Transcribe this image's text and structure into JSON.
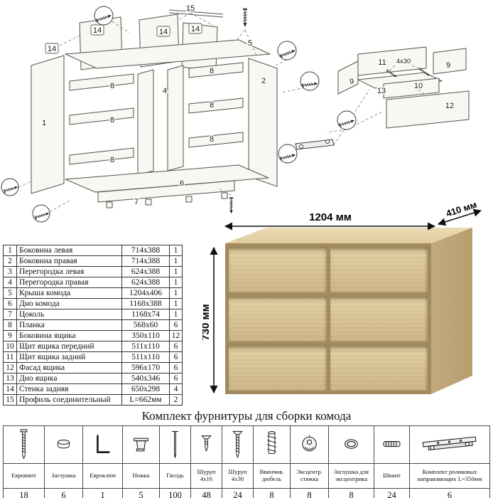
{
  "diagram": {
    "labels": [
      "15",
      "14",
      "14",
      "14",
      "14",
      "1",
      "8",
      "8",
      "8",
      "8",
      "8",
      "8",
      "4",
      "7",
      "6",
      "5",
      "2",
      "11",
      "9",
      "9",
      "10",
      "13",
      "12",
      "4х30"
    ]
  },
  "parts_table": {
    "rows": [
      {
        "num": "1",
        "name": "Боковина левая",
        "size": "714x388",
        "qty": "1"
      },
      {
        "num": "2",
        "name": "Боковина правая",
        "size": "714x388",
        "qty": "1"
      },
      {
        "num": "3",
        "name": "Перегородка левая",
        "size": "624x388",
        "qty": "1"
      },
      {
        "num": "4",
        "name": "Перегородка правая",
        "size": "624x388",
        "qty": "1"
      },
      {
        "num": "5",
        "name": "Крыша комода",
        "size": "1204x406",
        "qty": "1"
      },
      {
        "num": "6",
        "name": "Дно комода",
        "size": "1168x388",
        "qty": "1"
      },
      {
        "num": "7",
        "name": "Цоколь",
        "size": "1168x74",
        "qty": "1"
      },
      {
        "num": "8",
        "name": "Планка",
        "size": "568x60",
        "qty": "6"
      },
      {
        "num": "9",
        "name": "Боковина ящика",
        "size": "350x110",
        "qty": "12"
      },
      {
        "num": "10",
        "name": "Щит ящика передний",
        "size": "511x110",
        "qty": "6"
      },
      {
        "num": "11",
        "name": "Щит ящика задний",
        "size": "511x110",
        "qty": "6"
      },
      {
        "num": "12",
        "name": "Фасад ящика",
        "size": "596x170",
        "qty": "6"
      },
      {
        "num": "13",
        "name": "Дно ящика",
        "size": "540x346",
        "qty": "6"
      },
      {
        "num": "14",
        "name": "Стенка задняя",
        "size": "650x298",
        "qty": "4"
      },
      {
        "num": "15",
        "name": "Профиль соединительный",
        "size": "L=662мм",
        "qty": "2"
      }
    ]
  },
  "product": {
    "width_label": "1204 мм",
    "depth_label": "410 мм",
    "height_label": "730 мм"
  },
  "hardware": {
    "title": "Комплект фурнитуры для сборки комода",
    "items": [
      {
        "icon": "euroscrew-icon",
        "name": "Евровинт",
        "qty": "18"
      },
      {
        "icon": "plug-cap-icon",
        "name": "Заглушка",
        "qty": "6"
      },
      {
        "icon": "hex-key-icon",
        "name": "Евроключ",
        "qty": "1"
      },
      {
        "icon": "leg-icon",
        "name": "Ножка",
        "qty": "5"
      },
      {
        "icon": "nail-icon",
        "name": "Гвоздь",
        "qty": "100"
      },
      {
        "icon": "wood-screw-short-icon",
        "name": "Шуруп 4х16",
        "qty": "48"
      },
      {
        "icon": "wood-screw-long-icon",
        "name": "Шуруп 4х30",
        "qty": "24"
      },
      {
        "icon": "screw-dowel-icon",
        "name": "Ввинчив. дюбель",
        "qty": "8"
      },
      {
        "icon": "cam-lock-icon",
        "name": "Эксцентр. стяжка",
        "qty": "8"
      },
      {
        "icon": "cam-cap-icon",
        "name": "Заглушка для эксцентрика",
        "qty": "8"
      },
      {
        "icon": "dowel-icon",
        "name": "Шкант",
        "qty": "24"
      },
      {
        "icon": "drawer-slide-icon",
        "name": "Комплект роликовых направляющих L=350мм",
        "qty": "6"
      }
    ]
  }
}
